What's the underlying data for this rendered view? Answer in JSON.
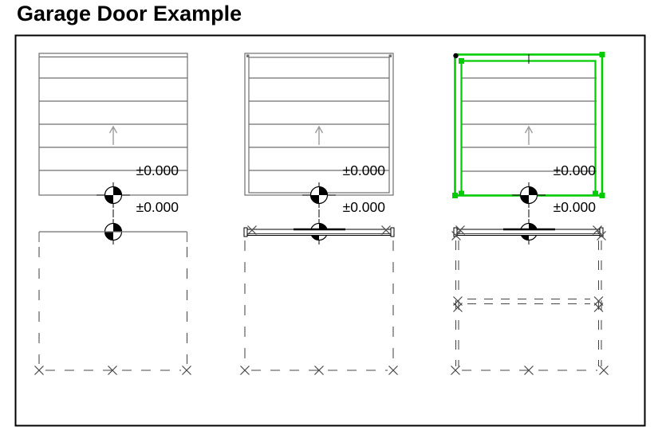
{
  "page": {
    "title": "Garage Door Example"
  },
  "colors": {
    "line_gray": "#6f6f6f",
    "arrow_gray": "#9c9c9c",
    "mark_gray": "#474747",
    "selection_green": "#00cc00",
    "ink": "#000000",
    "paper": "#ffffff"
  },
  "doors": [
    {
      "label": "garage-door-plain",
      "level_door": "±0.000",
      "level_floor": "±0.000",
      "selected": false
    },
    {
      "label": "garage-door-framed",
      "level_door": "±0.000",
      "level_floor": "±0.000",
      "selected": false
    },
    {
      "label": "garage-door-selected",
      "level_door": "±0.000",
      "level_floor": "±0.000",
      "selected": true
    }
  ]
}
